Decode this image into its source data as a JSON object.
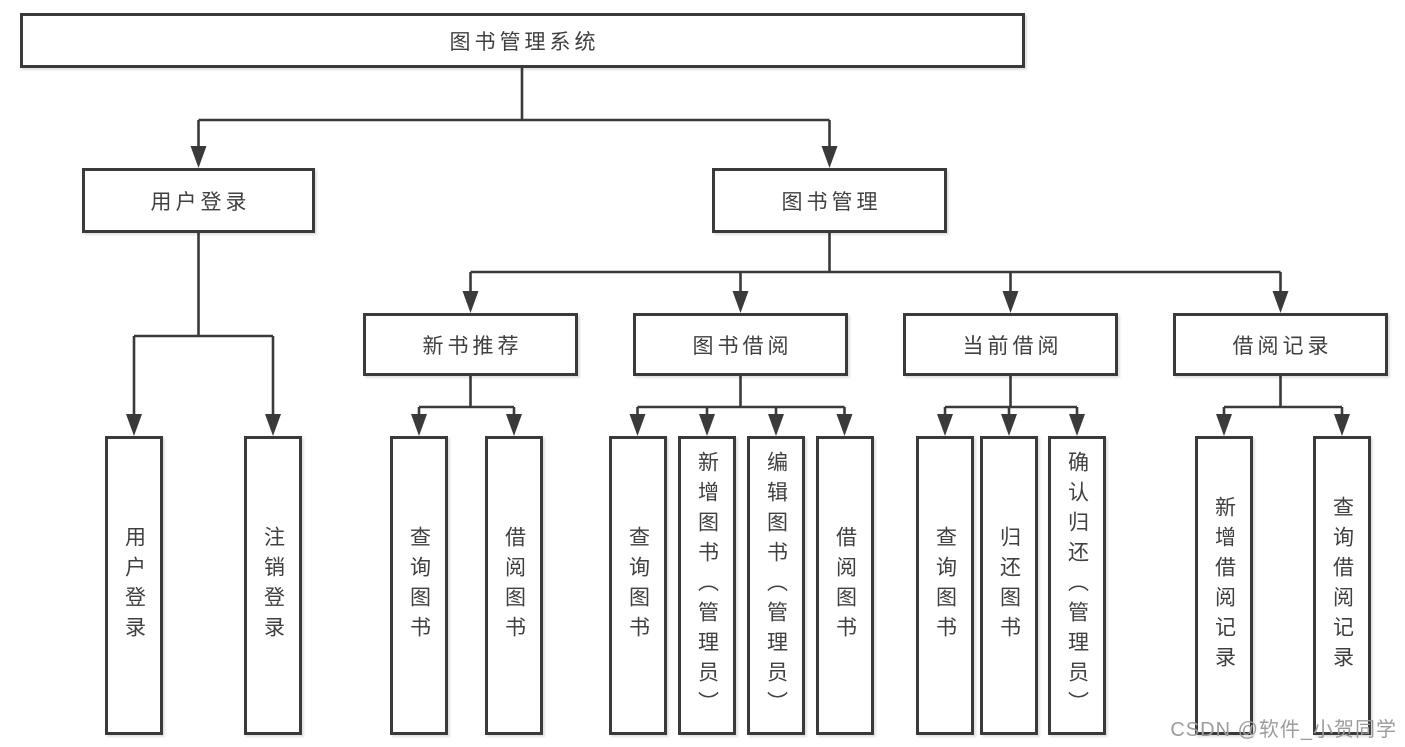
{
  "root": {
    "label": "图书管理系统"
  },
  "level2": [
    {
      "label": "用户登录"
    },
    {
      "label": "图书管理"
    }
  ],
  "level3": [
    {
      "label": "新书推荐",
      "parent": "图书管理"
    },
    {
      "label": "图书借阅",
      "parent": "图书管理"
    },
    {
      "label": "当前借阅",
      "parent": "图书管理"
    },
    {
      "label": "借阅记录",
      "parent": "图书管理"
    }
  ],
  "leaves": [
    {
      "label": "用户登录",
      "parent": "用户登录"
    },
    {
      "label": "注销登录",
      "parent": "用户登录"
    },
    {
      "label": "查询图书",
      "parent": "新书推荐"
    },
    {
      "label": "借阅图书",
      "parent": "新书推荐"
    },
    {
      "label": "查询图书",
      "parent": "图书借阅"
    },
    {
      "label": "新增图书（管理员）",
      "parent": "图书借阅"
    },
    {
      "label": "编辑图书（管理员）",
      "parent": "图书借阅"
    },
    {
      "label": "借阅图书",
      "parent": "图书借阅"
    },
    {
      "label": "查询图书",
      "parent": "当前借阅"
    },
    {
      "label": "归还图书",
      "parent": "当前借阅"
    },
    {
      "label": "确认归还（管理员）",
      "parent": "当前借阅"
    },
    {
      "label": "新增借阅记录",
      "parent": "借阅记录"
    },
    {
      "label": "查询借阅记录",
      "parent": "借阅记录"
    }
  ],
  "watermark": {
    "text": "CSDN @软件_小贺同学"
  },
  "colors": {
    "line": "#3a3a3a",
    "text": "#404040",
    "watermark": "#9c9c9c",
    "background": "#ffffff"
  }
}
